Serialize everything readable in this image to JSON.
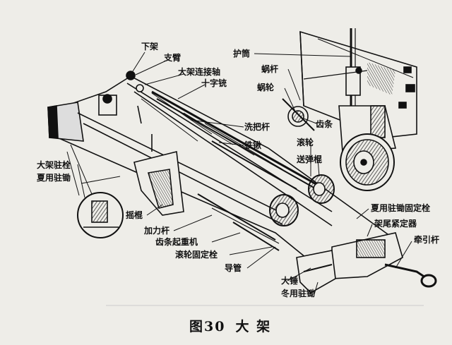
{
  "labels": {
    "xia_jia": "下架",
    "zhi_bi": "支臂",
    "da_jia_lian_jie_zhou": "大架连接轴",
    "shi_zi_tou": "十字铳",
    "hu_tong": "护筒",
    "wo_gan": "蜗杆",
    "wo_lun": "蜗轮",
    "chi_tiao_top": "齿条",
    "xi_ba_gan": "洗把杆",
    "tie_qiao": "铁锹",
    "gun_lun": "滚轮",
    "song_dan_gun": "送弹棍",
    "da_jia_zhu_shuan": "大架驻栓",
    "xia_yong_zhu_chu": "夏用驻锄",
    "xia_yong_zhu_chu_gu_ding_shuan": "夏用驻锄固定栓",
    "jia_wei_jin_ding_qi": "架尾紧定器",
    "qian_yin_gan": "牵引杆",
    "yao_gun": "摇棍",
    "jia_li_gan": "加力杆",
    "chi_tiao_qi_zhong_ji": "齿条起重机",
    "gun_lun_gu_ding_shuan": "滚轮固定栓",
    "dao_guan": "导管",
    "da_chui": "大锤",
    "dong_yong_zhu_chu": "冬用驻锄"
  },
  "caption": {
    "figure": "图30",
    "title": "大 架"
  }
}
